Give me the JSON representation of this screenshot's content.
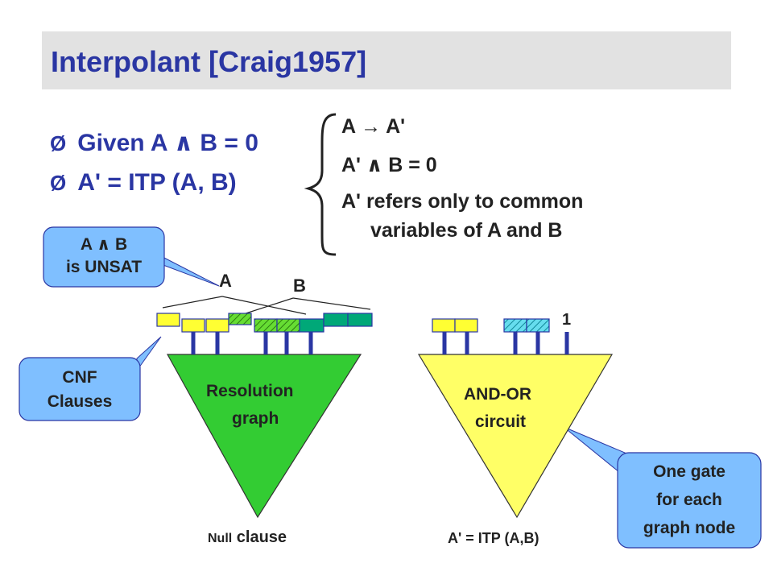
{
  "slide": {
    "title": "Interpolant [Craig1957]",
    "bullets": [
      {
        "marker": "Ø",
        "text": "Given A ∧ B = 0"
      },
      {
        "marker": "Ø",
        "text": "A' = ITP (A, B)"
      }
    ],
    "properties": [
      "A → A'",
      "A' ∧ B = 0",
      "A' refers only to common",
      "variables of A and B"
    ]
  },
  "diagram": {
    "left_triangle_label": [
      "Resolution",
      "graph"
    ],
    "right_triangle_label": [
      "AND-OR",
      "circuit"
    ],
    "label_A": "A",
    "label_B": "B",
    "label_one": "1",
    "bottom_left_prefix": "Null",
    "bottom_left_word": "clause",
    "bottom_right": "A' = ITP (A,B)",
    "callout_unsat": [
      "A ∧ B",
      "is UNSAT"
    ],
    "callout_cnf": [
      "CNF",
      "Clauses"
    ],
    "callout_gate": [
      "One gate",
      "for each",
      "graph node"
    ]
  },
  "colors": {
    "title_text": "#2a36a3",
    "resolution_fill": "#33cc33",
    "circuit_fill": "#ffff66",
    "callout_fill": "#7fbfff",
    "wire": "#2a36a3",
    "teal_clause": "#00a878"
  }
}
